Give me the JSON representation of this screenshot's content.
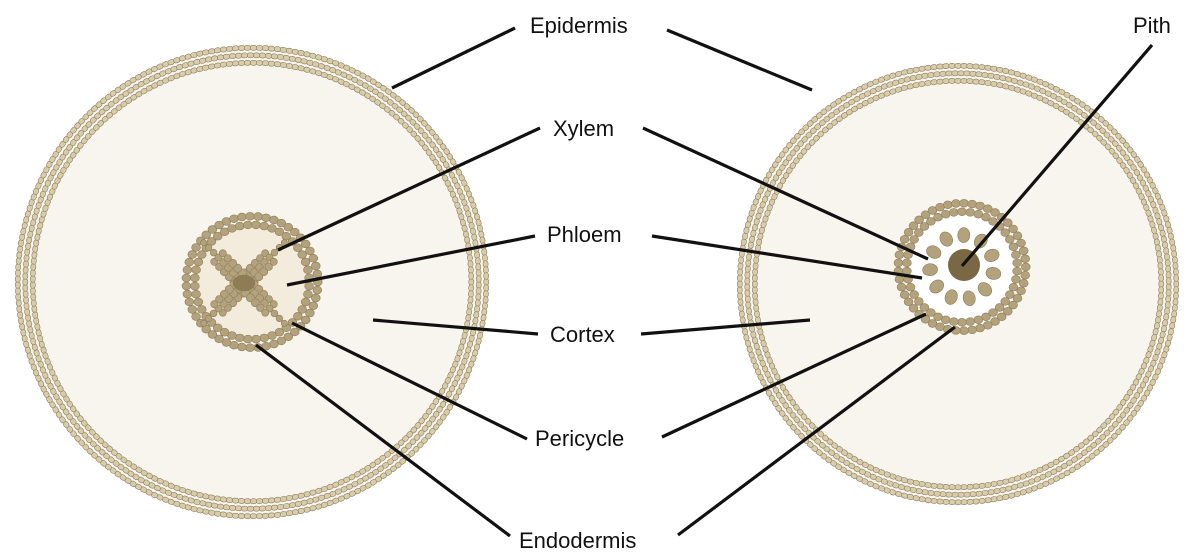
{
  "labels": {
    "epidermis": "Epidermis",
    "xylem": "Xylem",
    "phloem": "Phloem",
    "cortex": "Cortex",
    "pericycle": "Pericycle",
    "endodermis": "Endodermis",
    "pith": "Pith"
  },
  "colors": {
    "cortex_fill": "#f8f5ee",
    "cell_fill": "#d9ccab",
    "cell_stroke": "#8d7f5c",
    "vascular_fill": "#b3a27c",
    "dark_cell": "#8e7c55",
    "pith": "#7a6845",
    "leader_line": "#111111"
  }
}
